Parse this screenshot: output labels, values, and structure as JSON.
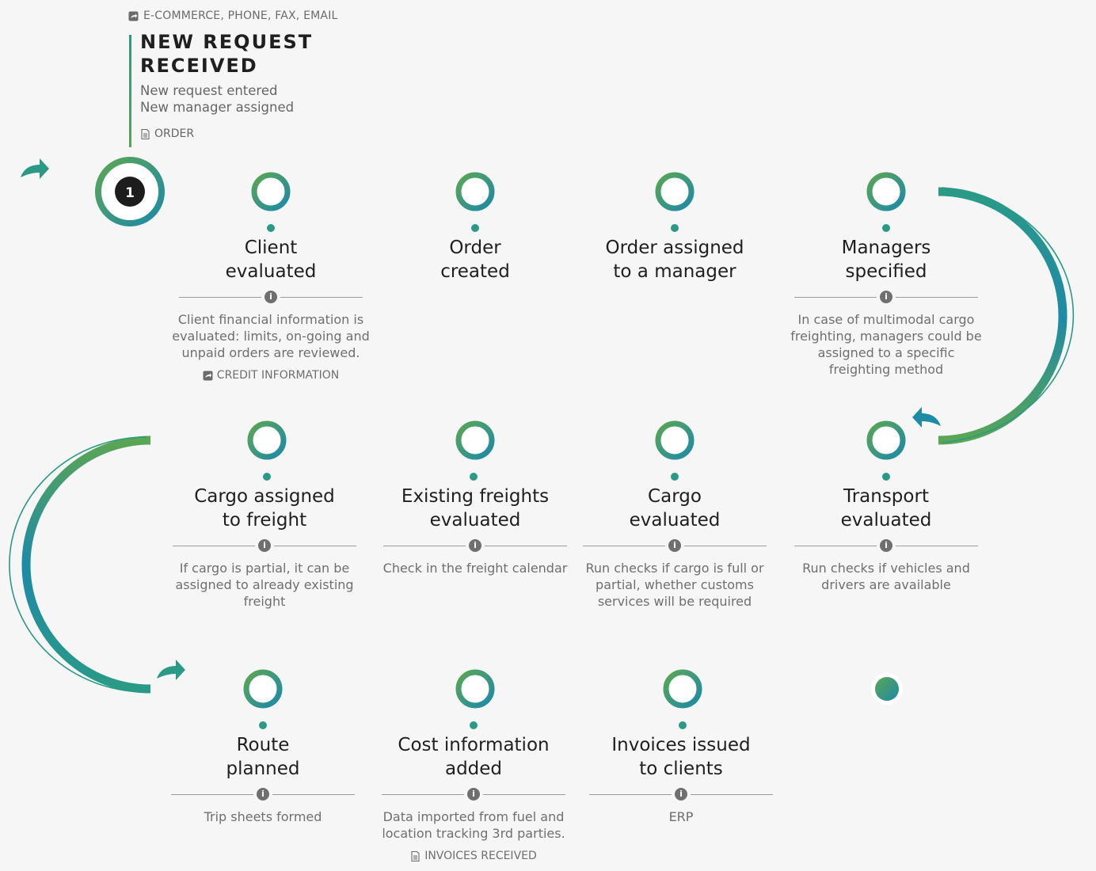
{
  "header": {
    "channels": "E-COMMERCE, PHONE, FAX, EMAIL",
    "title_line1": "NEW REQUEST",
    "title_line2": "RECEIVED",
    "line1": "New request entered",
    "line2": "New manager assigned",
    "doc_label": "ORDER",
    "step_number": "1"
  },
  "steps": [
    {
      "title_line1": "Client",
      "title_line2": "evaluated",
      "description": [
        "Client financial information is",
        "evaluated: limits, on-going and",
        "unpaid orders are reviewed."
      ],
      "doc_label": "CREDIT INFORMATION"
    },
    {
      "title_line1": "Order",
      "title_line2": "created"
    },
    {
      "title_line1": "Order assigned",
      "title_line2": "to a manager"
    },
    {
      "title_line1": "Managers",
      "title_line2": "specified",
      "description": [
        "In case of multimodal cargo",
        "freighting, managers could be",
        "assigned to a specific",
        "freighting method"
      ]
    },
    {
      "title_line1": "Cargo assigned",
      "title_line2": "to freight",
      "description": [
        "If cargo is partial, it can be",
        "assigned to already existing",
        "freight"
      ]
    },
    {
      "title_line1": "Existing freights",
      "title_line2": "evaluated",
      "description": [
        "Check in the freight calendar"
      ]
    },
    {
      "title_line1": "Cargo",
      "title_line2": "evaluated",
      "description": [
        "Run checks if cargo is full or",
        "partial, whether customs",
        "services will be required"
      ]
    },
    {
      "title_line1": "Transport",
      "title_line2": "evaluated",
      "description": [
        "Run checks if vehicles and",
        "drivers are available"
      ]
    },
    {
      "title_line1": "Route",
      "title_line2": "planned",
      "description": [
        "Trip sheets formed"
      ]
    },
    {
      "title_line1": "Cost information",
      "title_line2": "added",
      "description": [
        "Data imported from fuel and",
        "location tracking 3rd parties."
      ],
      "doc_label": "INVOICES RECEIVED"
    },
    {
      "title_line1": "Invoices issued",
      "title_line2": "to clients",
      "description": [
        "ERP"
      ]
    }
  ],
  "colors": {
    "green": "#5aa653",
    "teal": "#2a9a86",
    "blue": "#1d8aa7",
    "node_fill": "#ffffff",
    "start_fill": "#1d1d1d",
    "text_dark": "#1f1f1f",
    "text_muted": "#6f6f6f"
  },
  "icons": [
    "share-icon",
    "document-icon",
    "info-icon",
    "arrow-right-icon",
    "arrow-left-icon"
  ]
}
